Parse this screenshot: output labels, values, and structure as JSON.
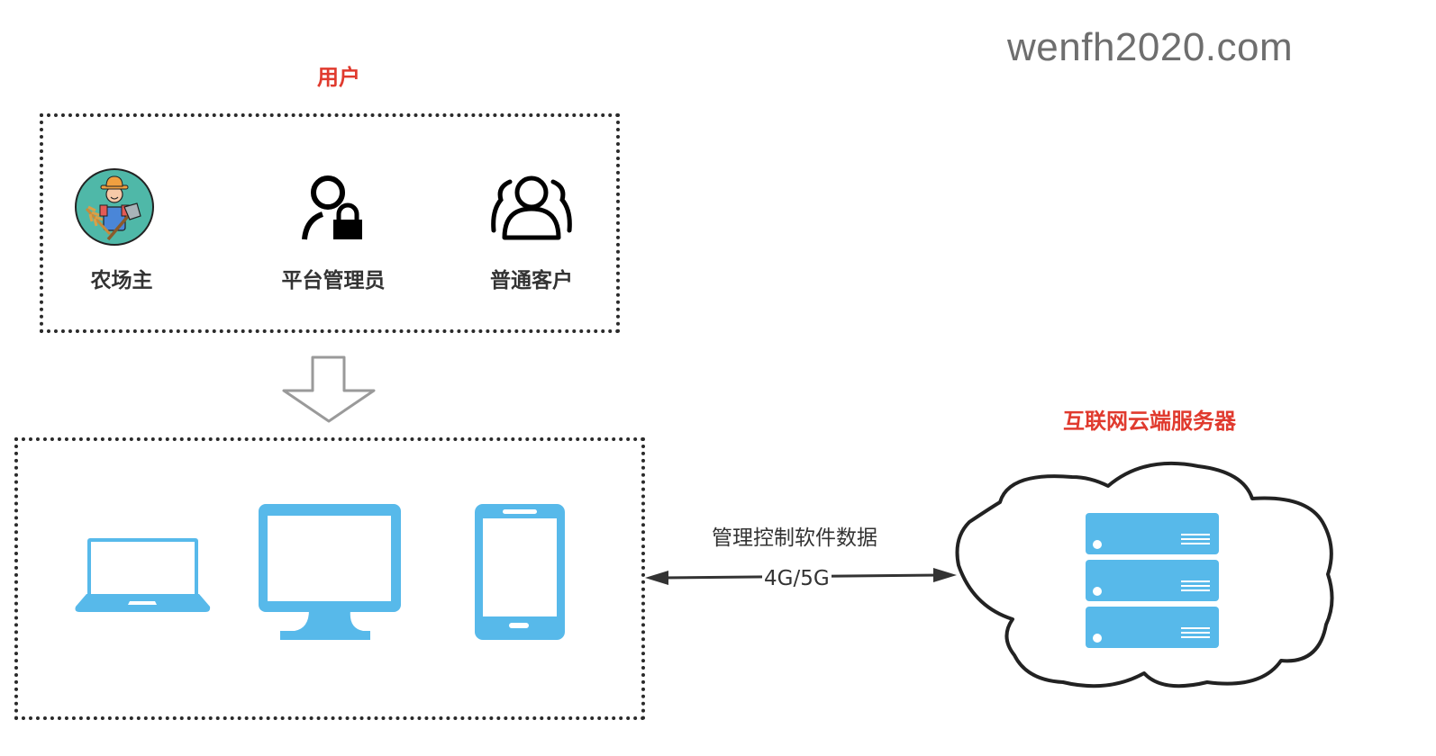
{
  "watermark": "wenfh2020.com",
  "users_section": {
    "title": "用户",
    "roles": [
      {
        "label": "农场主",
        "icon": "farmer-icon"
      },
      {
        "label": "平台管理员",
        "icon": "user-lock-icon"
      },
      {
        "label": "普通客户",
        "icon": "users-group-icon"
      }
    ]
  },
  "flow_arrow": {
    "icon": "arrow-down-icon"
  },
  "devices_section": {
    "devices": [
      {
        "icon": "laptop-icon"
      },
      {
        "icon": "desktop-monitor-icon"
      },
      {
        "icon": "smartphone-icon"
      }
    ]
  },
  "connection": {
    "label": "管理控制软件数据",
    "network": "4G/5G",
    "direction": "bidirectional"
  },
  "cloud_section": {
    "title": "互联网云端服务器",
    "icon": "server-rack-icon",
    "server_units": 3
  },
  "colors": {
    "accent_red": "#e03a2e",
    "device_blue": "#57b9ea",
    "text_dark": "#333333",
    "watermark_gray": "#6e6e6e"
  }
}
